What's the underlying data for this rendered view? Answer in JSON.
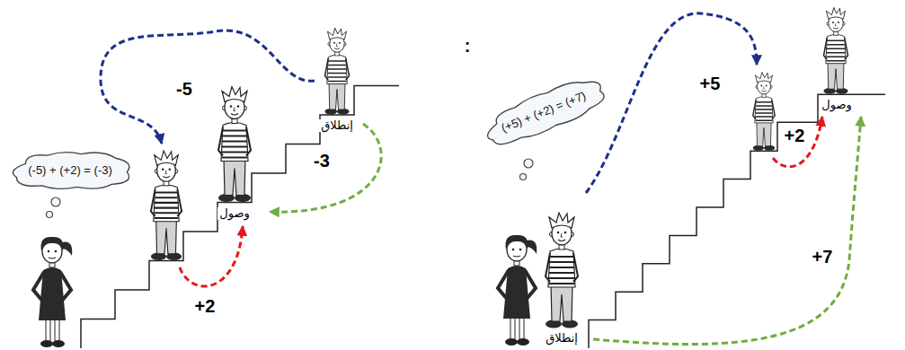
{
  "diagram": {
    "nodes": [
      {
        "text": [
          "(-5) + (+2) = (-3)"
        ]
      },
      {
        "text": [
          "(+5) + (+2) = (+7)"
        ]
      }
    ],
    "labels": [
      "-5",
      "-3",
      "إنطلاق",
      "وصول",
      "+2",
      ":",
      "+5",
      "+2",
      "وصول",
      "إنطلاق",
      "+7"
    ]
  }
}
